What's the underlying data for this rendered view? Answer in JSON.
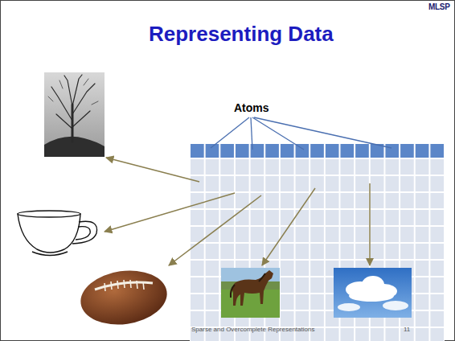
{
  "diagram": {
    "title": "Representing Data",
    "labels": [
      "MLSP",
      "Atoms",
      "Sparse and Overcomplete Representations",
      "11"
    ]
  }
}
